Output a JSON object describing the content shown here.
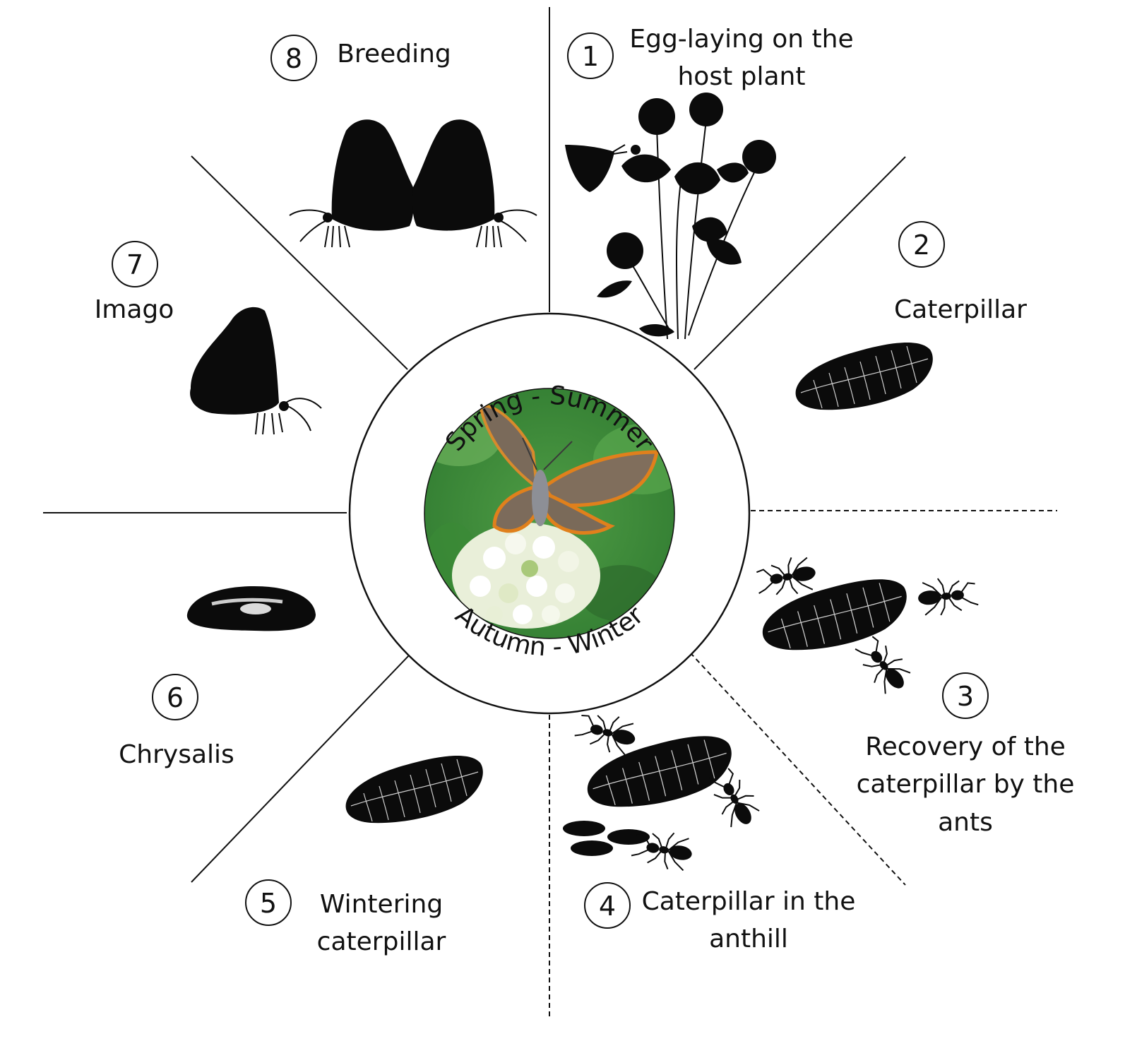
{
  "seasons": {
    "top": "Spring - Summer",
    "bottom": "Autumn - Winter"
  },
  "stages": [
    {
      "number": "1",
      "lines": [
        "Egg-laying on the",
        "host plant"
      ]
    },
    {
      "number": "2",
      "lines": [
        "Caterpillar"
      ]
    },
    {
      "number": "3",
      "lines": [
        "Recovery of the",
        "caterpillar by the",
        "ants"
      ]
    },
    {
      "number": "4",
      "lines": [
        "Caterpillar in the",
        "anthill"
      ]
    },
    {
      "number": "5",
      "lines": [
        "Wintering",
        "caterpillar"
      ]
    },
    {
      "number": "6",
      "lines": [
        "Chrysalis"
      ]
    },
    {
      "number": "7",
      "lines": [
        "Imago"
      ]
    },
    {
      "number": "8",
      "lines": [
        "Breeding"
      ]
    }
  ],
  "icons": {
    "center_photo": "butterfly-on-clover-photo",
    "stage_1": "butterfly-and-clover-silhouette",
    "stage_2": "caterpillar-silhouette",
    "stage_3": "caterpillar-with-ants-silhouette",
    "stage_4": "caterpillar-larvae-ants-silhouette",
    "stage_5": "caterpillar-silhouette",
    "stage_6": "chrysalis-silhouette",
    "stage_7": "butterfly-silhouette",
    "stage_8": "mating-butterflies-silhouette"
  },
  "colors": {
    "ink": "#111111",
    "silhouette": "#0b0b0b",
    "photo_green": "#3f8f3a",
    "wing_brown": "#7a6a5a",
    "wing_orange": "#e0801c"
  }
}
